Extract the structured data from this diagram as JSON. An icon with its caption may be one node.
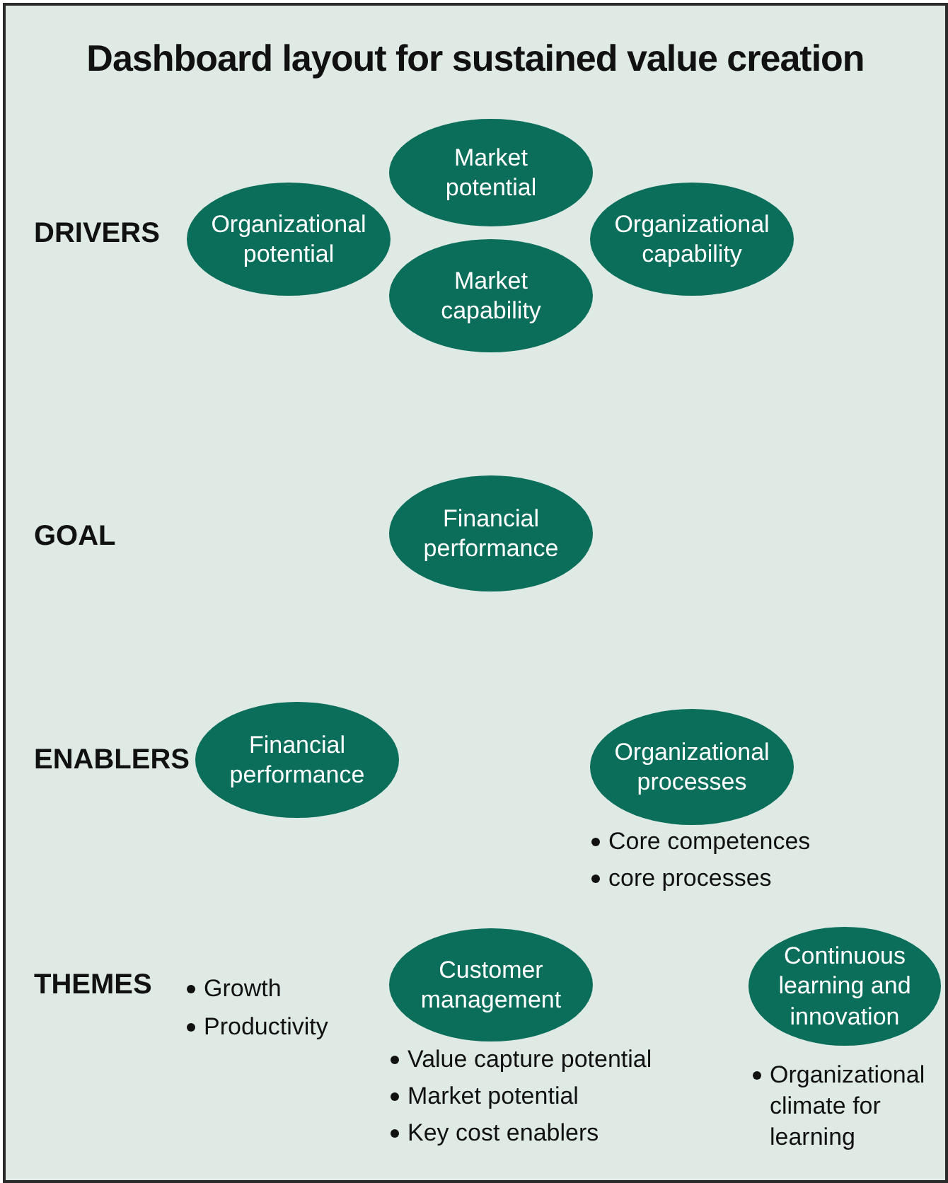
{
  "diagram": {
    "title": "Dashboard layout for sustained value creation",
    "nodes": [
      {
        "text": [
          "Organizational potential"
        ]
      },
      {
        "text": [
          "Market potential"
        ]
      },
      {
        "text": [
          "Market capability"
        ]
      },
      {
        "text": [
          "Organizational capability"
        ]
      },
      {
        "text": [
          "Financial performance"
        ]
      },
      {
        "text": [
          "Financial performance"
        ]
      },
      {
        "text": [
          "Organizational processes"
        ],
        "beside": [
          "Core competences",
          "core processes"
        ]
      },
      {
        "text": [
          "Customer management"
        ],
        "beside": [
          "Value capture potential",
          "Market potential",
          "Key cost enablers"
        ]
      },
      {
        "text": [
          "Continuous learning and innovation"
        ],
        "beside": [
          "Organizational climate for learning"
        ]
      }
    ],
    "labels": [
      "DRIVERS",
      "GOAL",
      "ENABLERS",
      "THEMES",
      "Growth",
      "Productivity"
    ]
  }
}
